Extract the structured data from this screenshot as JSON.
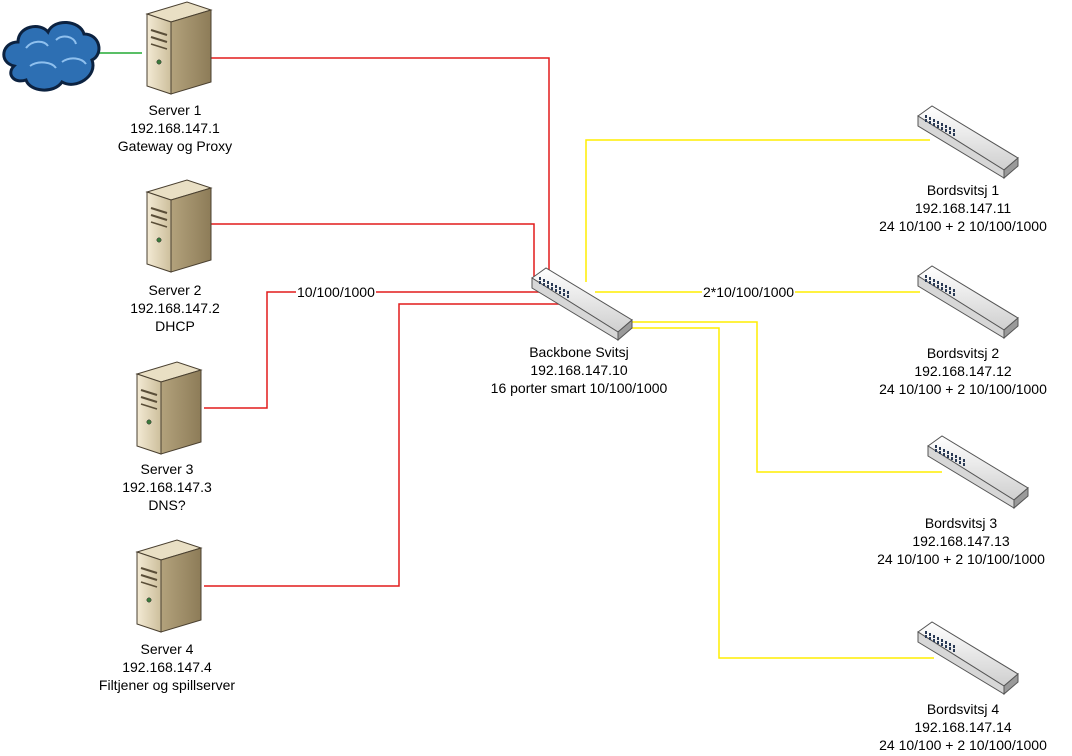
{
  "colors": {
    "server_link": "#e21b1b",
    "switch_link": "#ffee00",
    "internet_link": "#22aa33",
    "cloud_fill": "#2d6fb3"
  },
  "icons": {
    "cloud": "internet-cloud-icon",
    "server": "tower-server-icon",
    "switch": "network-switch-icon"
  },
  "servers": [
    {
      "name": "Server 1",
      "ip": "192.168.147.1",
      "role": "Gateway og Proxy"
    },
    {
      "name": "Server 2",
      "ip": "192.168.147.2",
      "role": "DHCP"
    },
    {
      "name": "Server 3",
      "ip": "192.168.147.3",
      "role": "DNS?"
    },
    {
      "name": "Server 4",
      "ip": "192.168.147.4",
      "role": "Filtjener og spillserver"
    }
  ],
  "backbone": {
    "name": "Backbone Svitsj",
    "ip": "192.168.147.10",
    "desc": "16 porter smart 10/100/1000"
  },
  "desk_switches": [
    {
      "name": "Bordsvitsj 1",
      "ip": "192.168.147.11",
      "ports": "24 10/100 + 2 10/100/1000"
    },
    {
      "name": "Bordsvitsj 2",
      "ip": "192.168.147.12",
      "ports": "24 10/100 + 2 10/100/1000"
    },
    {
      "name": "Bordsvitsj 3",
      "ip": "192.168.147.13",
      "ports": "24 10/100 + 2 10/100/1000"
    },
    {
      "name": "Bordsvitsj 4",
      "ip": "192.168.147.14",
      "ports": "24 10/100 + 2 10/100/1000"
    }
  ],
  "edge_labels": {
    "server_link": "10/100/1000",
    "switch_link": "2*10/100/1000"
  }
}
